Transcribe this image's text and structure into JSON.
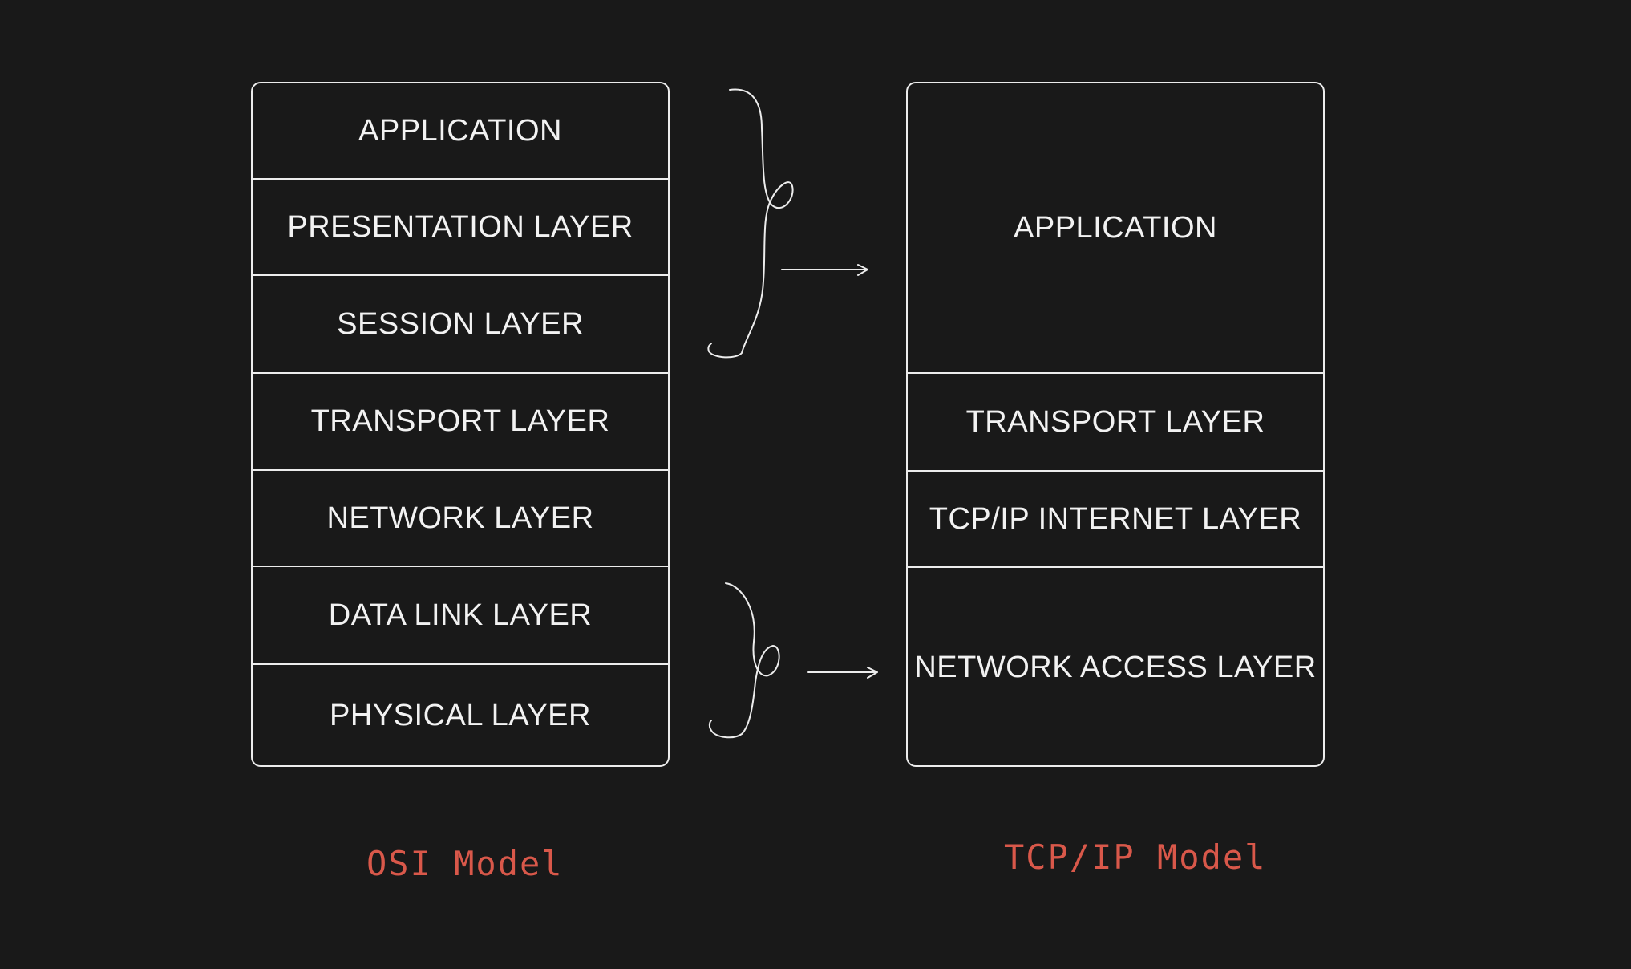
{
  "osi": {
    "caption": "OSI Model",
    "layers": [
      "APPLICATION",
      "PRESENTATION LAYER",
      "SESSION LAYER",
      "TRANSPORT LAYER",
      "NETWORK LAYER",
      "DATA LINK LAYER",
      "PHYSICAL LAYER"
    ]
  },
  "tcpip": {
    "caption": "TCP/IP Model",
    "layers": [
      "APPLICATION",
      "TRANSPORT LAYER",
      "TCP/IP INTERNET LAYER",
      "NETWORK ACCESS LAYER"
    ]
  },
  "colors": {
    "background": "#191919",
    "stroke": "#ececec",
    "text": "#f2f2f2",
    "caption": "#d9584a"
  }
}
